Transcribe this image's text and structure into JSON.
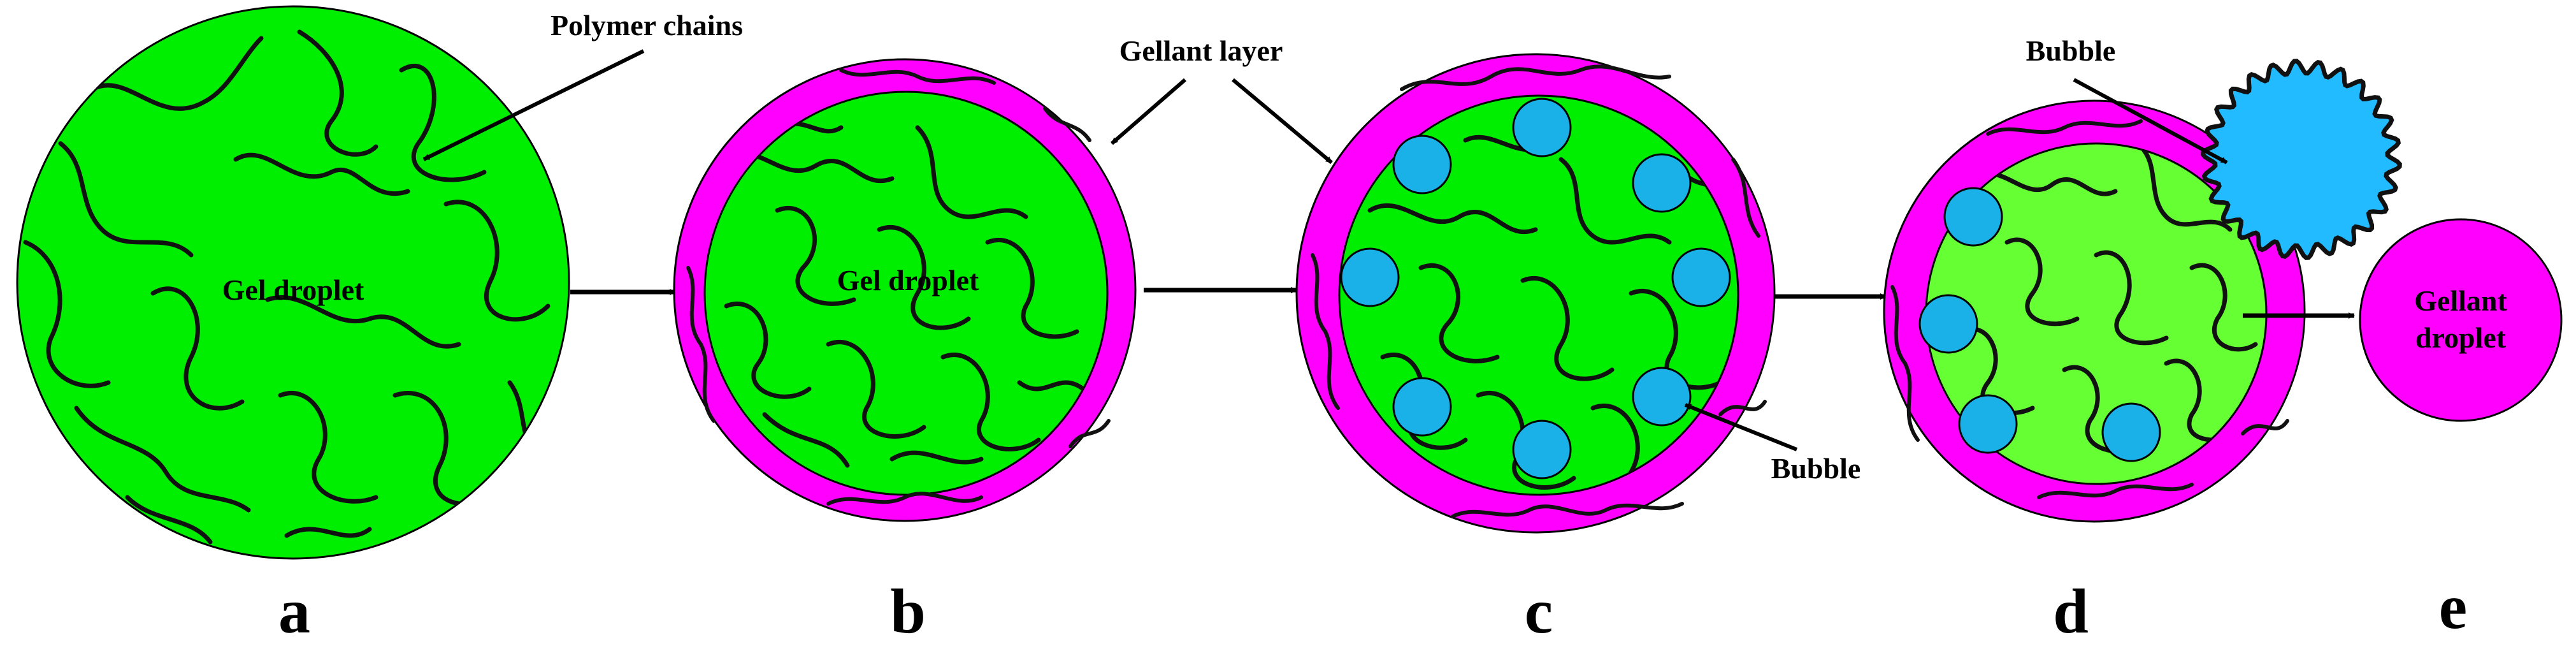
{
  "colors": {
    "gel": "#00ee00",
    "gel_light": "#66ff33",
    "gellant": "#ff00ff",
    "bubble": "#1ab0e8",
    "bubble_large": "#22bbff",
    "chain": "#111111",
    "outline": "#000000"
  },
  "labels": {
    "polymer_chains": "Polymer chains",
    "gellant_layer": "Gellant layer",
    "gel_droplet_a": "Gel droplet",
    "gel_droplet_b": "Gel droplet",
    "bubble_c": "Bubble",
    "bubble_d": "Bubble",
    "gellant_droplet_line1": "Gellant",
    "gellant_droplet_line2": "droplet"
  },
  "stages": [
    "a",
    "b",
    "c",
    "d",
    "e"
  ]
}
